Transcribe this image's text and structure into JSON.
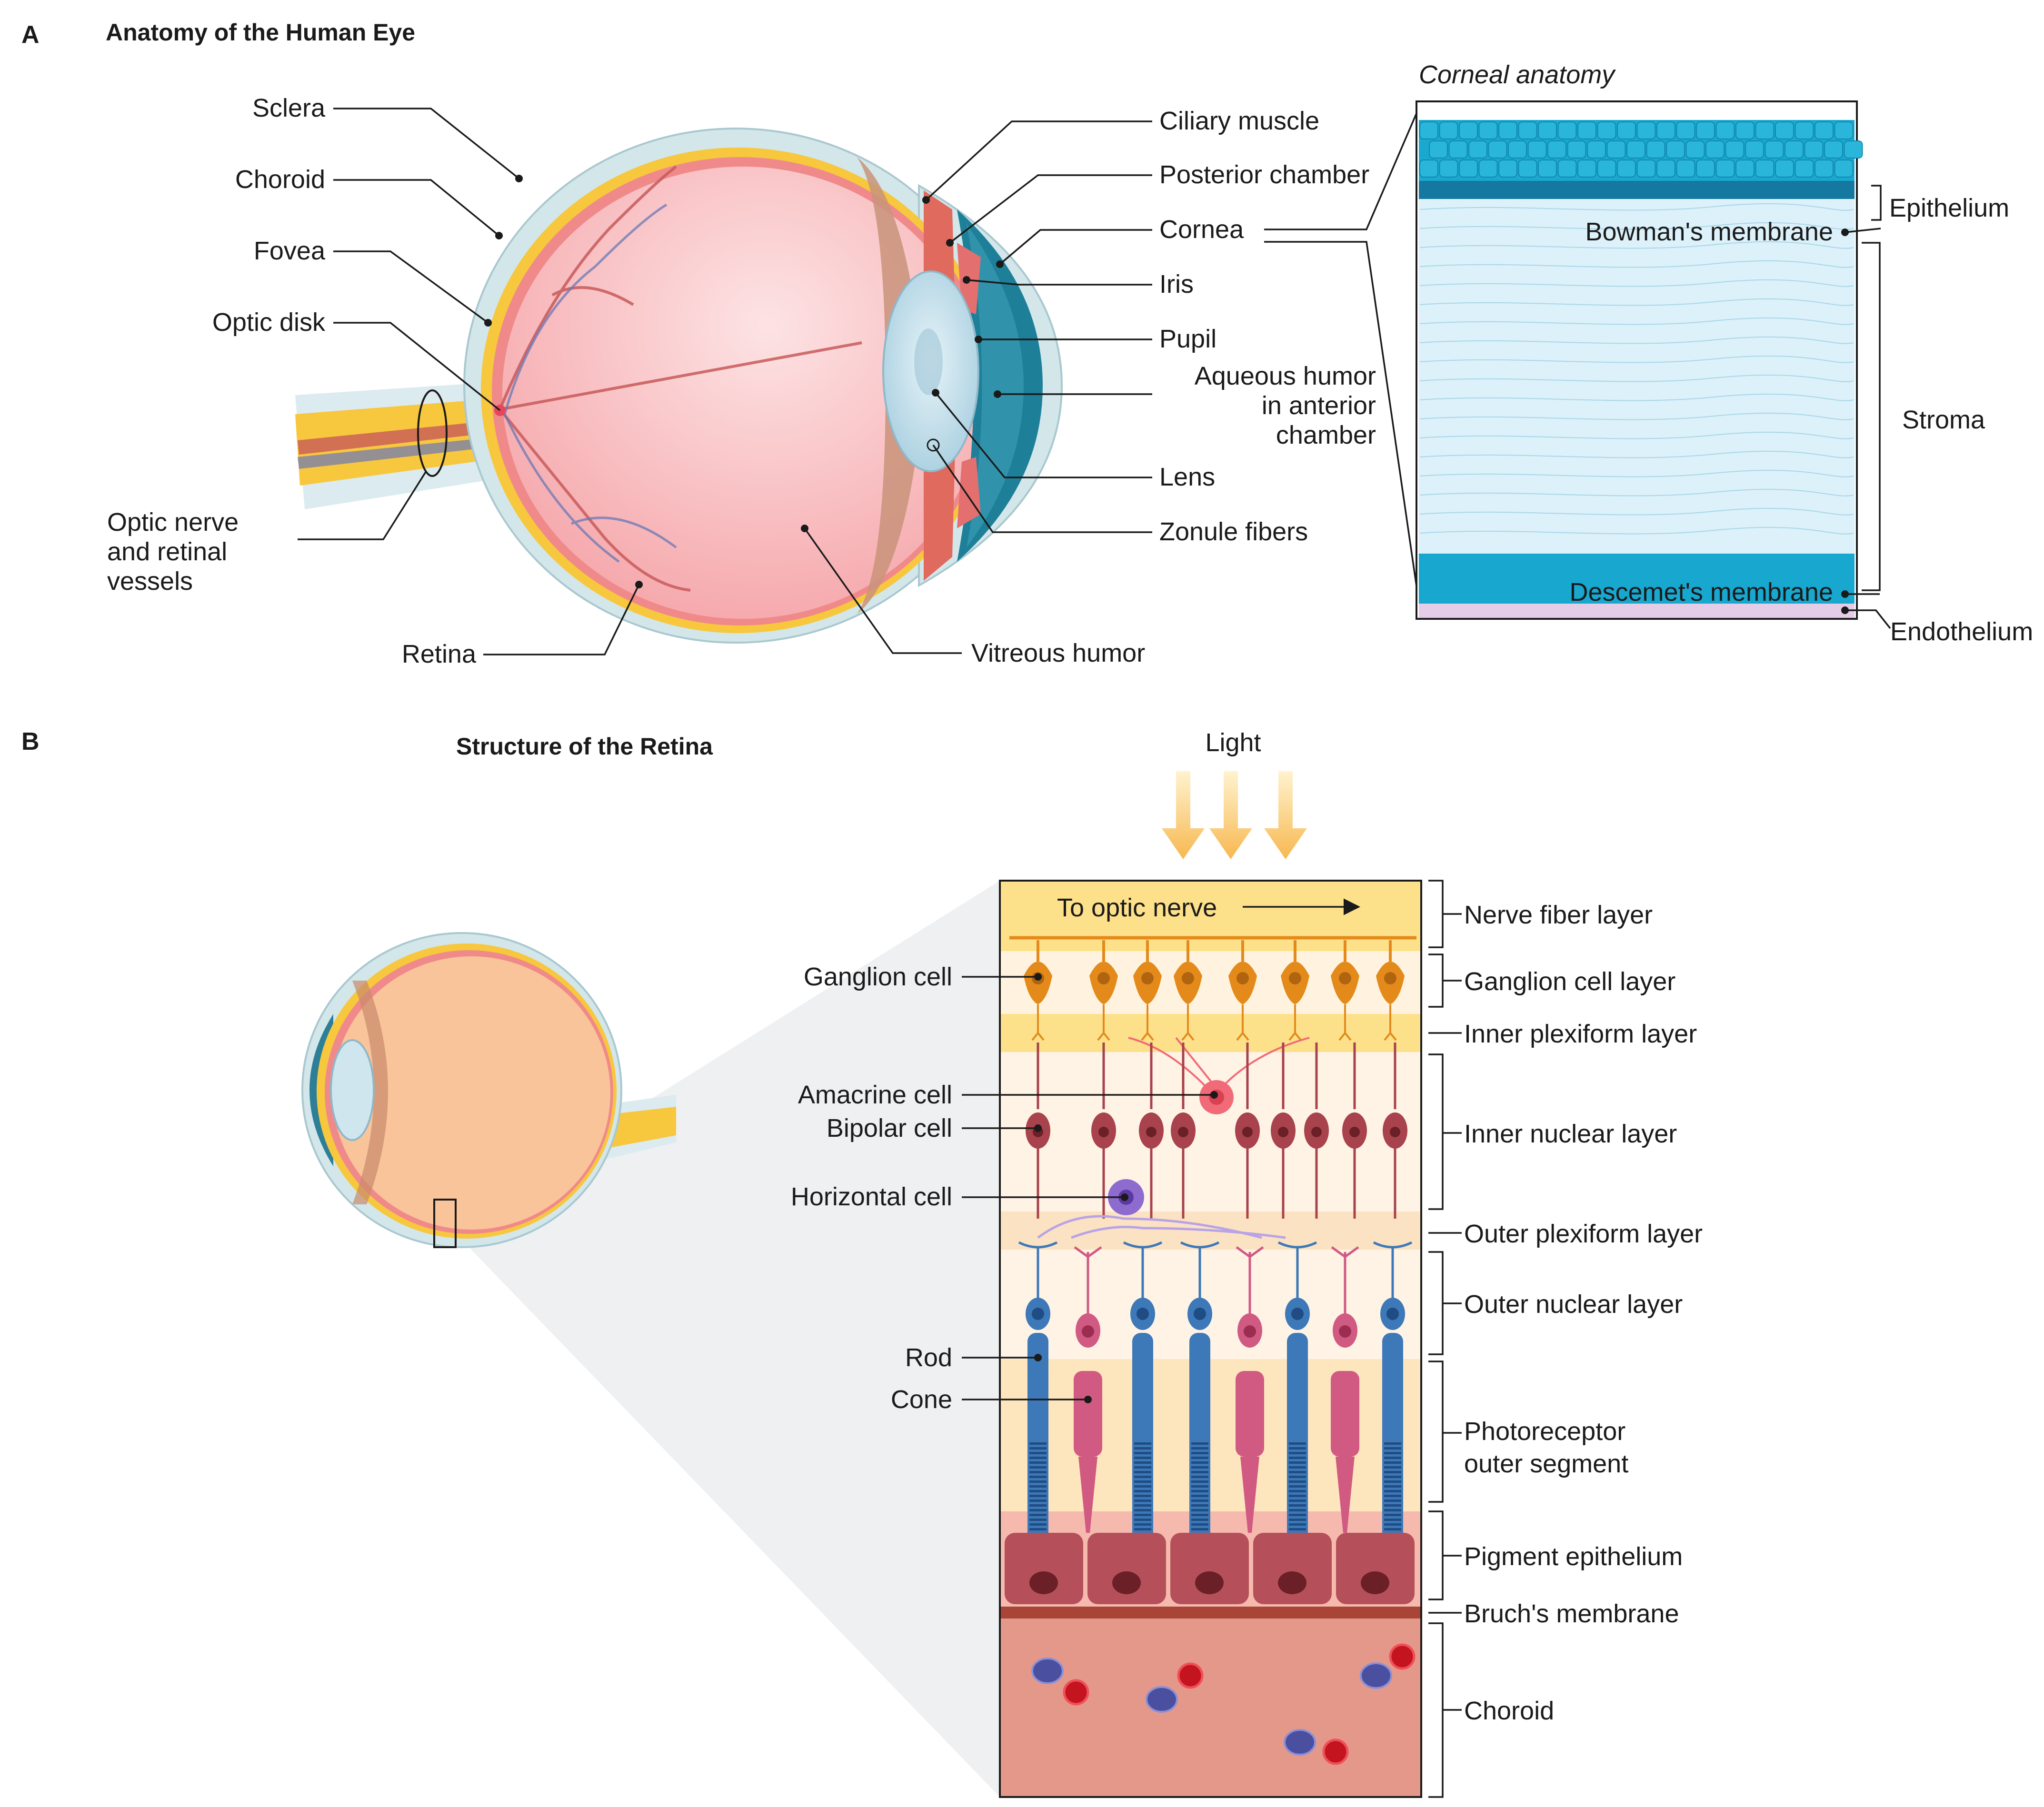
{
  "panel_a": {
    "letter": "A",
    "title": "Anatomy of the Human Eye",
    "left_labels": {
      "sclera": "Sclera",
      "choroid": "Choroid",
      "fovea": "Fovea",
      "optic_disk": "Optic disk",
      "optic_nerve": [
        "Optic nerve",
        "and retinal",
        "vessels"
      ],
      "retina": "Retina",
      "vitreous": "Vitreous humor"
    },
    "right_labels": {
      "ciliary": "Ciliary muscle",
      "posterior": "Posterior chamber",
      "cornea": "Cornea",
      "iris": "Iris",
      "pupil": "Pupil",
      "aqueous": [
        "Aqueous humor",
        "in anterior",
        "chamber"
      ],
      "lens": "Lens",
      "zonule": "Zonule fibers"
    },
    "cornea_inset": {
      "title": "Corneal anatomy",
      "epithelium": "Epithelium",
      "bowman": "Bowman's membrane",
      "stroma": "Stroma",
      "descemet": "Descemet's membrane",
      "endothelium": "Endothelium"
    }
  },
  "panel_b": {
    "letter": "B",
    "title": "Structure of the Retina",
    "light": "Light",
    "to_optic_nerve": "To optic nerve",
    "cells": {
      "ganglion": "Ganglion cell",
      "amacrine": "Amacrine cell",
      "bipolar": "Bipolar cell",
      "horizontal": "Horizontal cell",
      "rod": "Rod",
      "cone": "Cone"
    },
    "layers": {
      "nerve_fiber": "Nerve fiber layer",
      "ganglion_layer": "Ganglion cell layer",
      "inner_plexiform": "Inner plexiform layer",
      "inner_nuclear": "Inner nuclear layer",
      "outer_plexiform": "Outer plexiform layer",
      "outer_nuclear": "Outer nuclear layer",
      "photoreceptor": [
        "Photoreceptor",
        "outer segment"
      ],
      "pigment": "Pigment epithelium",
      "bruch": "Bruch's membrane",
      "choroid": "Choroid"
    }
  },
  "colors": {
    "sclera": "#cfe3e6",
    "retina_yellow": "#f7c73e",
    "choroid_red": "#f08a8a",
    "vitreous_pink": "#f8b3b6",
    "lens_blue": "#cfe6ef",
    "cornea_teal": "#1d8aa3",
    "rod_blue": "#3d78b8",
    "cone_pink": "#d15a82",
    "ganglion_orange": "#e38a1b",
    "bipolar_red": "#a8424c",
    "horizontal_purple": "#8e6ccf",
    "amacrine_pink": "#f06b77"
  }
}
